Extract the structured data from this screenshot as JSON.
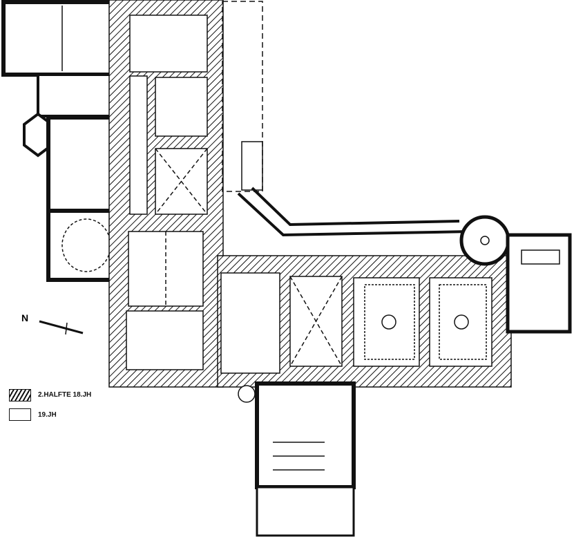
{
  "north_label": "N",
  "legend": [
    {
      "pattern": "hatched",
      "label": "2.HALFTE 18.JH"
    },
    {
      "pattern": "plain",
      "label": "19.JH"
    }
  ],
  "colors": {
    "ink": "#1a1a1a",
    "paper": "#ffffff"
  }
}
